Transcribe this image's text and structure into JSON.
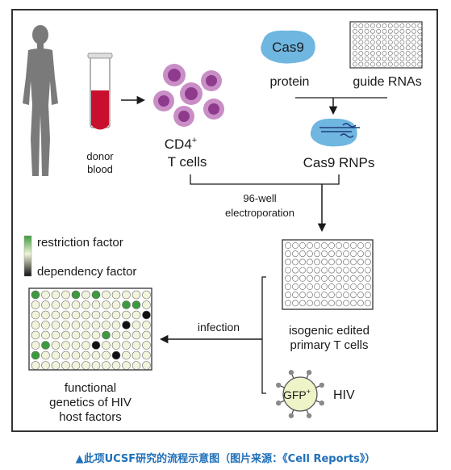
{
  "diagram": {
    "donor_label_1": "donor",
    "donor_label_2": "blood",
    "cd4_label_1": "CD4",
    "cd4_sup": "+",
    "cd4_label_2": "T cells",
    "cas9_badge": "Cas9",
    "protein_label": "protein",
    "guide_label": "guide RNAs",
    "rnp_label": "Cas9 RNPs",
    "electro_label_1": "96-well",
    "electro_label_2": "electroporation",
    "legend_top": "restriction factor",
    "legend_bottom": "dependency factor",
    "plate_label_1": "isogenic edited",
    "plate_label_2": "primary T cells",
    "infection_label": "infection",
    "gfp_label": "GFP",
    "gfp_sup": "+",
    "hiv_label": "HIV",
    "result_label_1": "functional",
    "result_label_2": "genetics of HIV",
    "result_label_3": "host factors"
  },
  "caption": "▲此项UCSF研究的流程示意图（图片来源：《Cell Reports》）",
  "colors": {
    "blood": "#c8102e",
    "cell_outer": "#c98ec6",
    "cell_inner": "#8e3b8e",
    "cas9_blob": "#6fb6e0",
    "restriction": "#3e9a3e",
    "dependency": "#111111",
    "neutral_well": "#f2f4dc",
    "caption": "#1f6fb8"
  }
}
